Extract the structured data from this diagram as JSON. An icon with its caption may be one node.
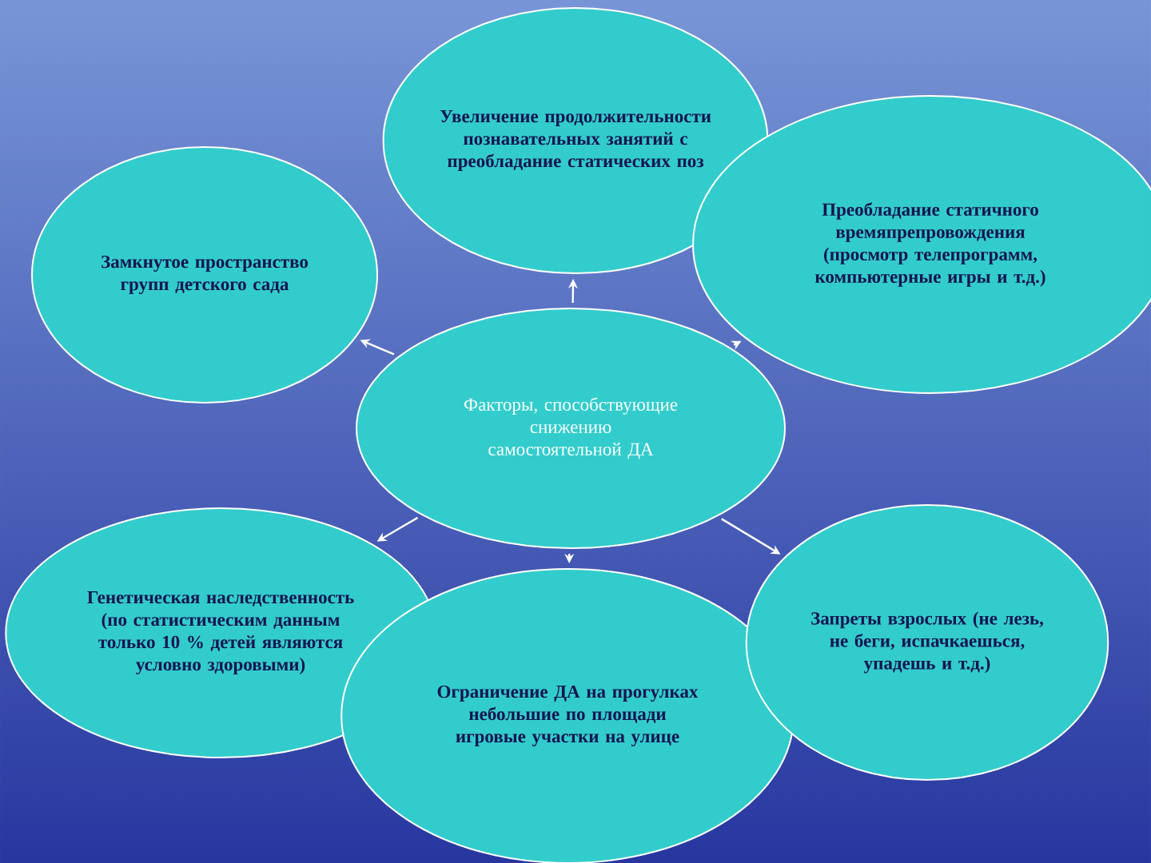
{
  "diagram": {
    "nodes": [
      {
        "text": [
          "Факторы, способствующие снижению самостоятельной ДА"
        ]
      },
      {
        "text": [
          "Увеличение продолжительности познавательных занятий с преобладание статических поз"
        ]
      },
      {
        "text": [
          "Замкнутое пространство групп детского сада"
        ]
      },
      {
        "text": [
          "Преобладание статичного времяпрепровождения (просмотр телепрограмм, компьютерные игры и т.д.)"
        ]
      },
      {
        "text": [
          "Генетическая наследственность (по статистическим данным только 10 % детей являются условно здоровыми)"
        ]
      },
      {
        "text": [
          "Ограничение ДА на прогулках небольшие по площади игровые участки на улице"
        ]
      },
      {
        "text": [
          "Запреты взрослых (не лезь, не беги, испачкаешься, упадешь и т.д.)"
        ]
      }
    ],
    "edges": [
      {
        "from": 0,
        "to": 1,
        "arrow": "to"
      },
      {
        "from": 0,
        "to": 2,
        "arrow": "to"
      },
      {
        "from": 0,
        "to": 3,
        "arrow": "to"
      },
      {
        "from": 0,
        "to": 4,
        "arrow": "to"
      },
      {
        "from": 0,
        "to": 5,
        "arrow": "to"
      },
      {
        "from": 0,
        "to": 6,
        "arrow": "to"
      }
    ]
  }
}
